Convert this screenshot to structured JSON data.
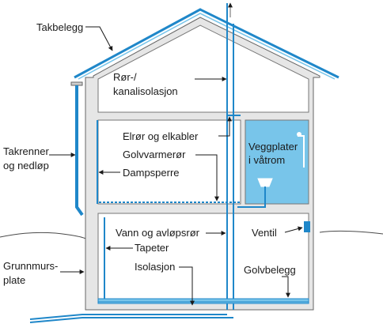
{
  "colors": {
    "accent_blue": "#1f87c9",
    "room_fill": "#78c5ea",
    "wall_fill": "#e6e6e6",
    "outline": "#666666",
    "ground": "#4a4a4a",
    "text": "#1a1a1a"
  },
  "labels": {
    "takbelegg": "Takbelegg",
    "ror_kanal_1": "Rør-/",
    "ror_kanal_2": "kanalisolasjon",
    "elror": "Elrør og elkabler",
    "golvvarme": "Golvvarmerør",
    "dampsperre": "Dampsperre",
    "takrenner_1": "Takrenner",
    "takrenner_2": "og nedløp",
    "veggplater_1": "Veggplater",
    "veggplater_2": "i våtrom",
    "vann": "Vann og avløpsrør",
    "ventil": "Ventil",
    "tapeter": "Tapeter",
    "grunnmur_1": "Grunnmurs-",
    "grunnmur_2": "plate",
    "isolasjon": "Isolasjon",
    "golvbelegg": "Golvbelegg"
  }
}
